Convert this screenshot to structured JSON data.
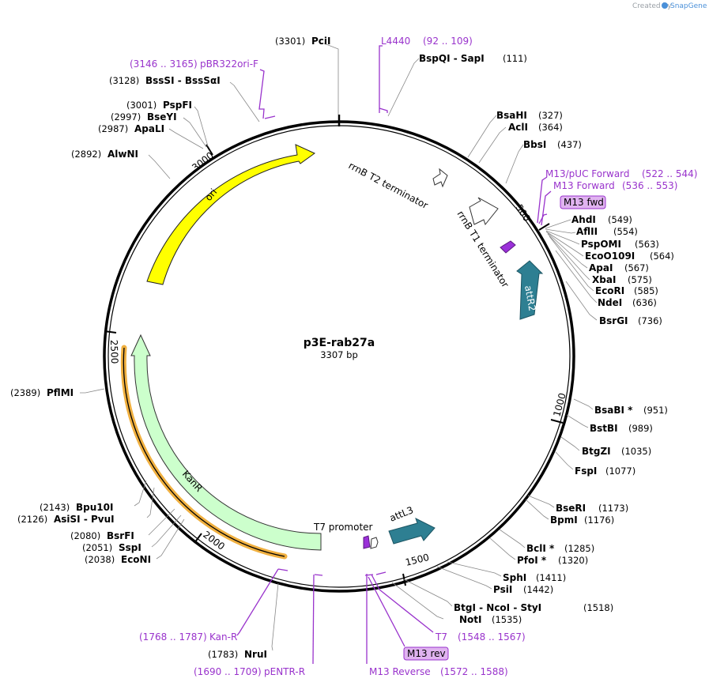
{
  "credit": {
    "prefix": "Created by",
    "brand": "SnapGene"
  },
  "plasmid": {
    "name": "p3E-rab27a",
    "size": "3307 bp",
    "length": 3307
  },
  "ticks": [
    {
      "pos": 500,
      "label": "500"
    },
    {
      "pos": 1000,
      "label": "1000"
    },
    {
      "pos": 1500,
      "label": "1500"
    },
    {
      "pos": 2000,
      "label": "2000"
    },
    {
      "pos": 2500,
      "label": "2500"
    },
    {
      "pos": 3000,
      "label": "3000"
    }
  ],
  "sites": [
    {
      "name": "PciI",
      "pos": "(3301)",
      "bp": 3301
    },
    {
      "name": "BspQI - SapI",
      "pos": "(111)",
      "bp": 111
    },
    {
      "name": "BsaHI",
      "pos": "(327)",
      "bp": 327
    },
    {
      "name": "AclI",
      "pos": "(364)",
      "bp": 364
    },
    {
      "name": "BbsI",
      "pos": "(437)",
      "bp": 437
    },
    {
      "name": "AhdI",
      "pos": "(549)",
      "bp": 549
    },
    {
      "name": "AflII",
      "pos": "(554)",
      "bp": 554
    },
    {
      "name": "PspOMI",
      "pos": "(563)",
      "bp": 563
    },
    {
      "name": "EcoO109I",
      "pos": "(564)",
      "bp": 564
    },
    {
      "name": "ApaI",
      "pos": "(567)",
      "bp": 567
    },
    {
      "name": "XbaI",
      "pos": "(575)",
      "bp": 575
    },
    {
      "name": "EcoRI",
      "pos": "(585)",
      "bp": 585
    },
    {
      "name": "NdeI",
      "pos": "(636)",
      "bp": 636
    },
    {
      "name": "BsrGI",
      "pos": "(736)",
      "bp": 736
    },
    {
      "name": "BsaBI *",
      "pos": "(951)",
      "bp": 951
    },
    {
      "name": "BstBI",
      "pos": "(989)",
      "bp": 989
    },
    {
      "name": "BtgZI",
      "pos": "(1035)",
      "bp": 1035
    },
    {
      "name": "FspI",
      "pos": "(1077)",
      "bp": 1077
    },
    {
      "name": "BseRI",
      "pos": "(1173)",
      "bp": 1173
    },
    {
      "name": "BpmI",
      "pos": "(1176)",
      "bp": 1176
    },
    {
      "name": "BclI *",
      "pos": "(1285)",
      "bp": 1285
    },
    {
      "name": "PfoI *",
      "pos": "(1320)",
      "bp": 1320
    },
    {
      "name": "SphI",
      "pos": "(1411)",
      "bp": 1411
    },
    {
      "name": "PsiI",
      "pos": "(1442)",
      "bp": 1442
    },
    {
      "name": "BtgI - NcoI - StyI",
      "pos": "(1518)",
      "bp": 1518
    },
    {
      "name": "NotI",
      "pos": "(1535)",
      "bp": 1535
    },
    {
      "name": "NruI",
      "pos": "(1783)",
      "bp": 1783
    },
    {
      "name": "EcoNI",
      "pos": "(2038)",
      "bp": 2038
    },
    {
      "name": "SspI",
      "pos": "(2051)",
      "bp": 2051
    },
    {
      "name": "BsrFI",
      "pos": "(2080)",
      "bp": 2080
    },
    {
      "name": "AsiSI - PvuI",
      "pos": "(2126)",
      "bp": 2126
    },
    {
      "name": "Bpu10I",
      "pos": "(2143)",
      "bp": 2143
    },
    {
      "name": "PflMI",
      "pos": "(2389)",
      "bp": 2389
    },
    {
      "name": "AlwNI",
      "pos": "(2892)",
      "bp": 2892
    },
    {
      "name": "ApaLI",
      "pos": "(2987)",
      "bp": 2987
    },
    {
      "name": "BseYI",
      "pos": "(2997)",
      "bp": 2997
    },
    {
      "name": "PspFI",
      "pos": "(3001)",
      "bp": 3001
    },
    {
      "name": "BssSI - BssSαI",
      "pos": "(3128)",
      "bp": 3128
    }
  ],
  "primers": [
    {
      "name": "L4440",
      "range": "(92 .. 109)",
      "start": 92,
      "end": 109
    },
    {
      "name": "pBR322ori-F",
      "range": "(3146 .. 3165)",
      "start": 3146,
      "end": 3165
    },
    {
      "name": "M13/pUC Forward",
      "range": "(522 .. 544)",
      "start": 522,
      "end": 544
    },
    {
      "name": "M13 Forward",
      "range": "(536 .. 553)",
      "start": 536,
      "end": 553
    },
    {
      "name": "T7",
      "range": "(1548 .. 1567)",
      "start": 1548,
      "end": 1567
    },
    {
      "name": "M13 Reverse",
      "range": "(1572 .. 1588)",
      "start": 1572,
      "end": 1588
    },
    {
      "name": "Kan-R",
      "range": "(1768 .. 1787)",
      "start": 1768,
      "end": 1787
    },
    {
      "name": "pENTR-R",
      "range": "(1690 .. 1709)",
      "start": 1690,
      "end": 1709
    }
  ],
  "primer_tags": {
    "fwd": "M13 fwd",
    "rev": "M13 rev"
  },
  "features": [
    {
      "name": "ori",
      "color": "#ffff00"
    },
    {
      "name": "KanR",
      "color": "#ccffcc"
    },
    {
      "name": "attR2",
      "color": "#2e7f92"
    },
    {
      "name": "attL3",
      "color": "#2e7f92"
    },
    {
      "name": "rrnB T2 terminator",
      "color": "#ffffff"
    },
    {
      "name": "rrnB T1 terminator",
      "color": "#ffffff"
    },
    {
      "name": "T7 promoter",
      "color": "#ffffff"
    }
  ],
  "colors": {
    "primer": "#9933cc",
    "tag_fill": "#e0b3f0",
    "promoter_purple": "#9b30d9",
    "kan_orange": "#f0b040"
  }
}
